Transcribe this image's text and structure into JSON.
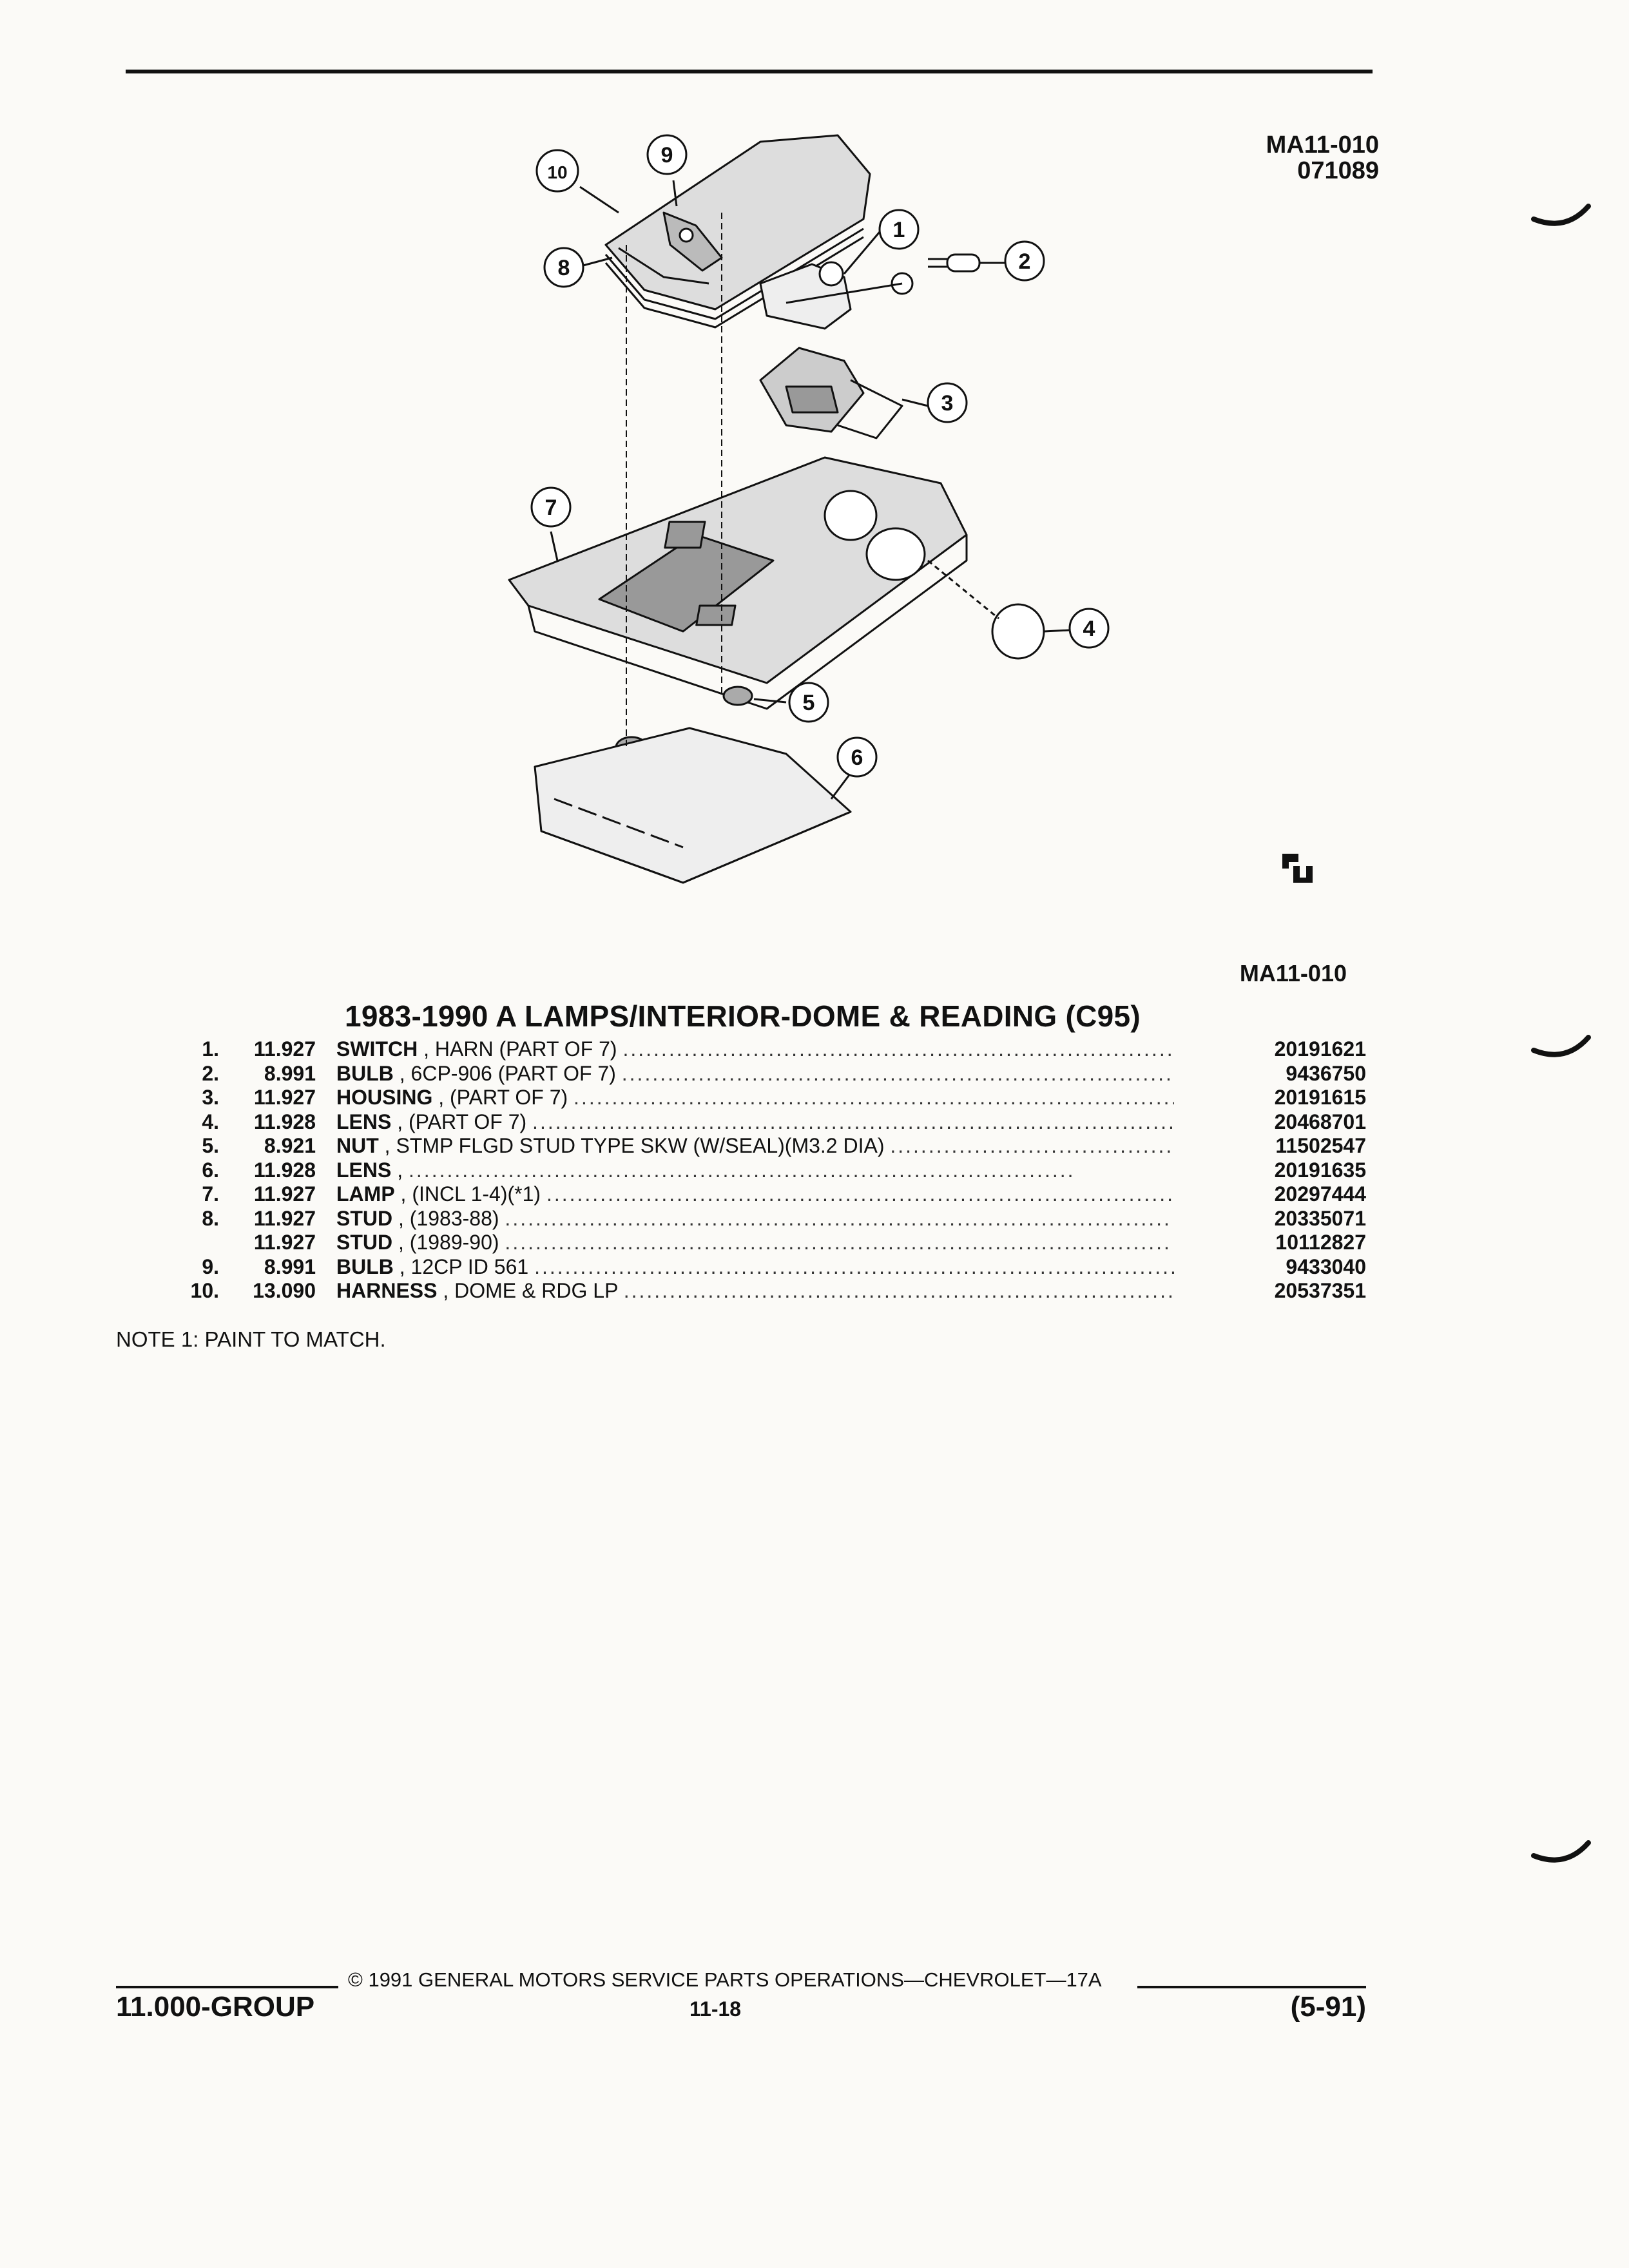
{
  "figure": {
    "ref_code": "MA11-010",
    "ref_date": "071089",
    "bottom_code": "MA11-010",
    "callouts": [
      "1",
      "2",
      "3",
      "4",
      "5",
      "6",
      "7",
      "8",
      "9",
      "10"
    ]
  },
  "section": {
    "title": "1983-1990 A LAMPS/INTERIOR-DOME & READING (C95)"
  },
  "parts": [
    {
      "no": "1.",
      "group": "11.927",
      "name": "SWITCH",
      "detail": ", HARN (PART OF 7)",
      "part": "20191621"
    },
    {
      "no": "2.",
      "group": "8.991",
      "name": "BULB",
      "detail": ", 6CP-906 (PART OF 7)",
      "part": "9436750"
    },
    {
      "no": "3.",
      "group": "11.927",
      "name": "HOUSING",
      "detail": ", (PART OF 7)",
      "part": "20191615"
    },
    {
      "no": "4.",
      "group": "11.928",
      "name": "LENS",
      "detail": ", (PART OF 7)",
      "part": "20468701"
    },
    {
      "no": "5.",
      "group": "8.921",
      "name": "NUT",
      "detail": ", STMP FLGD STUD TYPE SKW (W/SEAL)(M3.2 DIA)",
      "part": "11502547"
    },
    {
      "no": "6.",
      "group": "11.928",
      "name": "LENS",
      "detail": ",",
      "part": "20191635"
    },
    {
      "no": "7.",
      "group": "11.927",
      "name": "LAMP",
      "detail": ", (INCL 1-4)(*1)",
      "part": "20297444"
    },
    {
      "no": "8.",
      "group": "11.927",
      "name": "STUD",
      "detail": ", (1983-88)",
      "part": "20335071"
    },
    {
      "no": "",
      "group": "11.927",
      "name": "STUD",
      "detail": ", (1989-90)",
      "part": "10112827"
    },
    {
      "no": "9.",
      "group": "8.991",
      "name": "BULB",
      "detail": ", 12CP ID 561",
      "part": "9433040"
    },
    {
      "no": "10.",
      "group": "13.090",
      "name": "HARNESS",
      "detail": ", DOME & RDG LP",
      "part": "20537351"
    }
  ],
  "note": "NOTE  1:  PAINT TO MATCH.",
  "footer": {
    "copyright": "© 1991 GENERAL MOTORS SERVICE PARTS OPERATIONS—CHEVROLET—17A",
    "group": "11.000-GROUP",
    "page": "11-18",
    "date": "(5-91)"
  },
  "icons": {
    "logo": "gm-spo-logo-icon",
    "binder_marks": "binder-curve-icon"
  }
}
